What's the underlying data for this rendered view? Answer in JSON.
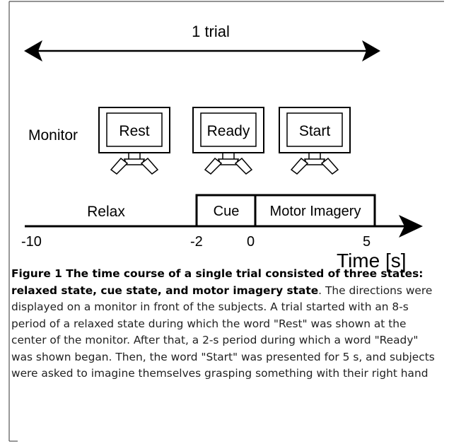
{
  "diagram": {
    "trial_label": "1 trial",
    "monitor_label": "Monitor",
    "screens": [
      "Rest",
      "Ready",
      "Start"
    ],
    "relax_label": "Relax",
    "cue_label": "Cue",
    "motor_label": "Motor Imagery",
    "ticks": [
      "-10",
      "-2",
      "0",
      "5"
    ],
    "axis_title": "Time [s]"
  },
  "caption": {
    "bold": "Figure 1 The time course of a single trial consisted of three states: relaxed state, cue state, and motor imagery state",
    "rest": ". The directions were displayed on a monitor in front of the subjects. A trial started with an 8-s period of a relaxed state during which the word \"Rest\" was shown at the center of the monitor. After that, a 2-s period during which a word \"Ready\" was shown began. Then, the word \"Start\" was presented for 5 s, and subjects were asked to imagine themselves grasping something with their right hand"
  }
}
